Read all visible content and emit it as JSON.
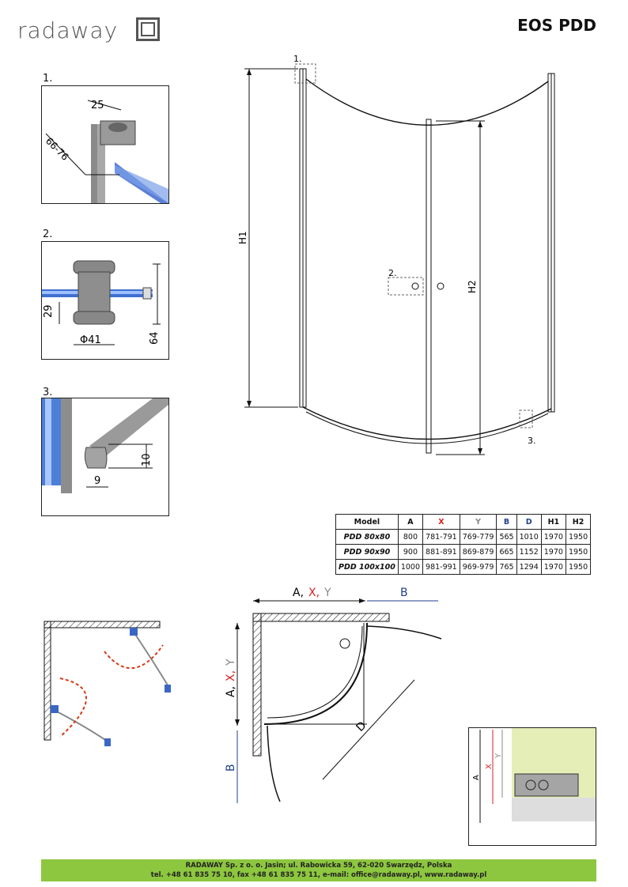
{
  "header": {
    "logo_text": "radaway",
    "product_name": "EOS PDD"
  },
  "details": [
    {
      "number": "1.",
      "dims": [
        "25",
        "66-76"
      ]
    },
    {
      "number": "2.",
      "dims": [
        "29",
        "Φ41",
        "64"
      ]
    },
    {
      "number": "3.",
      "dims": [
        "10",
        "9"
      ]
    }
  ],
  "main_drawing": {
    "h1_label": "H1",
    "h2_label": "H2",
    "callout_1": "1.",
    "callout_2": "2.",
    "callout_3": "3."
  },
  "table": {
    "headers": [
      "Model",
      "A",
      "X",
      "Y",
      "B",
      "D",
      "H1",
      "H2"
    ],
    "header_colors": [
      "#111111",
      "#111111",
      "#d62020",
      "#888888",
      "#1f3f8f",
      "#1f3f8f",
      "#111111",
      "#111111"
    ],
    "rows": [
      [
        "PDD 80x80",
        "800",
        "781-791",
        "769-779",
        "565",
        "1010",
        "1970",
        "1950"
      ],
      [
        "PDD 90x90",
        "900",
        "881-891",
        "869-879",
        "665",
        "1152",
        "1970",
        "1950"
      ],
      [
        "PDD 100x100",
        "1000",
        "981-991",
        "969-979",
        "765",
        "1294",
        "1970",
        "1950"
      ]
    ]
  },
  "plan": {
    "a_label": "A,",
    "x_label": "X,",
    "y_label": "Y",
    "b_label": "B",
    "d_label": "D",
    "colors": {
      "x": "#d62020",
      "y": "#888888",
      "b": "#1f3f8f"
    }
  },
  "inset": {
    "a_label": "A",
    "x_label": "X",
    "y_label": "Y"
  },
  "footer": {
    "line1": "RADAWAY Sp. z o. o. Jasin; ul. Rabowicka 59, 62-020 Swarzędz, Polska",
    "line2": "tel. +48 61 835 75 10, fax +48 61 835 75 11, e-mail: office@radaway.pl, www.radaway.pl"
  }
}
